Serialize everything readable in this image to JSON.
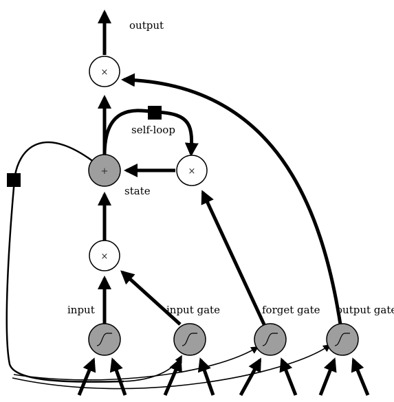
{
  "labels": {
    "output": "output",
    "self_loop": "self-loop",
    "state": "state",
    "input": "input",
    "input_gate": "input gate",
    "forget_gate": "forget gate",
    "output_gate": "output gate"
  },
  "operators": {
    "multiply": "×",
    "add": "+"
  },
  "colors": {
    "gray_node": "#9e9e9e",
    "white_node": "#ffffff",
    "stroke": "#000000"
  },
  "icons": {
    "gate_activation": "sigmoid-icon",
    "delay": "delay-square-icon"
  }
}
